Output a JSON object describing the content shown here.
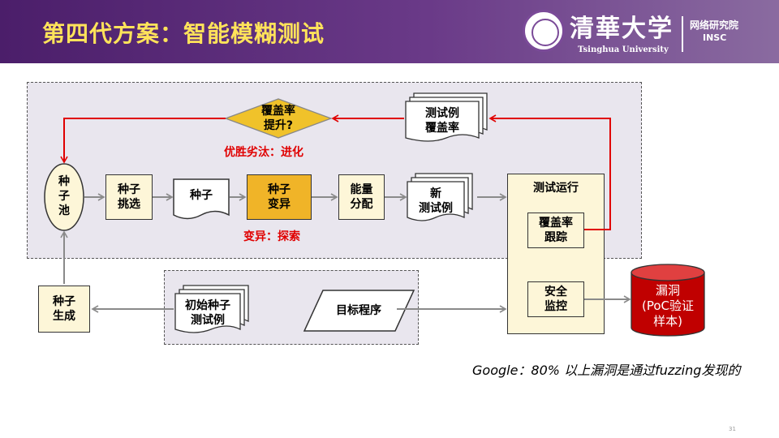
{
  "header": {
    "title": "第四代方案：智能模糊测试",
    "university_cn": "清華大学",
    "university_en": "Tsinghua University",
    "institute_cn": "网络研究院",
    "institute_en": "INSC"
  },
  "diagram": {
    "seed_pool": "种\n子\n池",
    "seed_select": "种子\n挑选",
    "seed": "种子",
    "seed_mutation": "种子\n变异",
    "energy": "能量\n分配",
    "new_testcase": "新\n测试例",
    "test_run": "测试运行",
    "coverage_track": "覆盖率\n跟踪",
    "safety_monitor": "安全\n监控",
    "vuln": "漏洞\n(PoC验证\n样本)",
    "coverage_up": "覆盖率\n提升?",
    "testcase_cov": "测试例\n覆盖率",
    "evolve_label": "优胜劣汰：进化",
    "mutate_label": "变异：探索",
    "seed_gen": "种子\n生成",
    "init_seed": "初始种子\n测试例",
    "target": "目标程序"
  },
  "footer": {
    "note": "Google：80% 以上漏洞是通过fuzzing发现的",
    "page": "31"
  },
  "colors": {
    "header_purple": "#5a2a7a",
    "title_yellow": "#ffe35a",
    "accent_red": "#e00000",
    "box_fill": "#fdf6d8",
    "mutation_fill": "#f0b428",
    "vuln_fill": "#c00000"
  }
}
